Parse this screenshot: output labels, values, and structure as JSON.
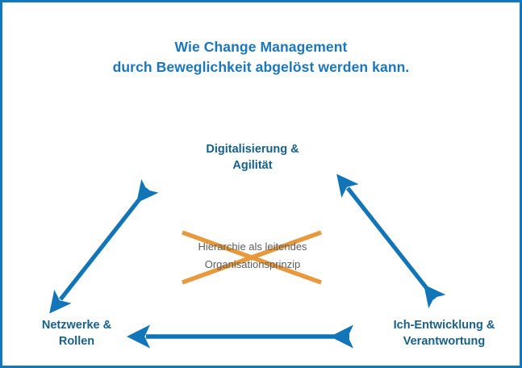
{
  "figure": {
    "title_line1": "Wie Change Management",
    "title_line2": "durch Beweglichkeit abgelöst werden kann.",
    "border_color": "#1277bb",
    "background_color": "#ffffff"
  },
  "colors": {
    "title_blue": "#1b76bc",
    "node_blue": "#17608c",
    "arrow_blue": "#1275b8",
    "cross_orange": "#e8993c",
    "crossed_text_gray": "#5d5d5d"
  },
  "nodes": {
    "top": {
      "line1": "Digitalisierung &",
      "line2": "Agilität"
    },
    "bottom_left": {
      "line1": "Netzwerke &",
      "line2": "Rollen"
    },
    "bottom_right": {
      "line1": "Ich-Entwicklung &",
      "line2": "Verantwortung"
    }
  },
  "center": {
    "crossed_out_line1": "Hierarchie als leitendes",
    "crossed_out_line2": "Organisationsprinzip",
    "struck_through": true,
    "strike_style": "orange-x-cross"
  },
  "arrows": [
    {
      "name": "arrow-left-diagonal",
      "from": "Netzwerke & Rollen",
      "to": "Digitalisierung & Agilität",
      "double_headed": true
    },
    {
      "name": "arrow-right-diagonal",
      "from": "Digitalisierung & Agilität",
      "to": "Ich-Entwicklung & Verantwortung",
      "double_headed": true
    },
    {
      "name": "arrow-bottom-horizontal",
      "from": "Netzwerke & Rollen",
      "to": "Ich-Entwicklung & Verantwortung",
      "double_headed": true
    }
  ]
}
